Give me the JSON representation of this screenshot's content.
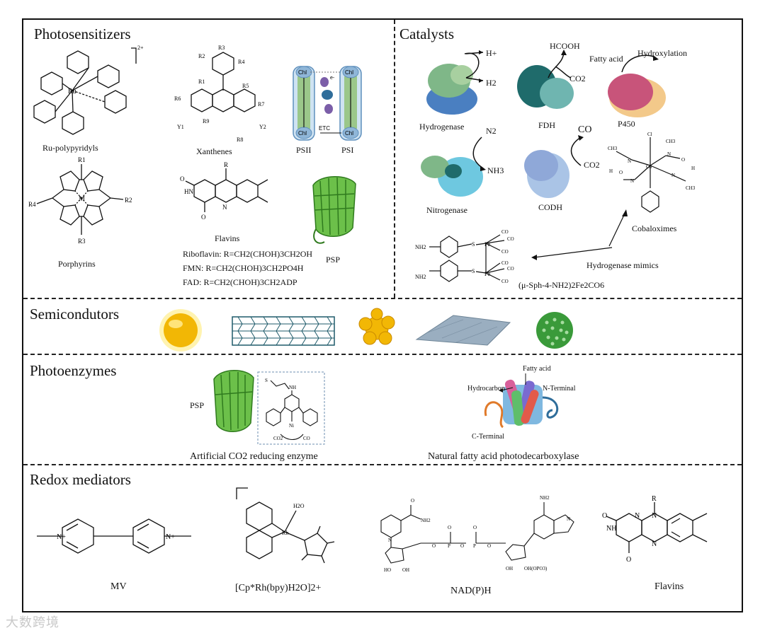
{
  "sections": {
    "photosensitizers": "Photosensitizers",
    "catalysts": "Catalysts",
    "semiconductors": "Semicondutors",
    "photoenzymes": "Photoenzymes",
    "redox": "Redox mediators"
  },
  "photosensitizers": {
    "ru_label": "Ru-polypyridyls",
    "ru_charge": "2+",
    "ru_atom": "Ru",
    "porphyrin_label": "Porphyrins",
    "porphyrin_metal": "M",
    "porphyrin_r1": "R1",
    "porphyrin_r2": "R2",
    "porphyrin_r3": "R3",
    "porphyrin_r4": "R4",
    "xanthene_label": "Xanthenes",
    "flavin_label": "Flavins",
    "riboflavin": "Riboflavin: R=CH2(CHOH)3CH2OH",
    "fmn": "FMN: R=CH2(CHOH)3CH2PO4H",
    "fad": "FAD: R=CH2(CHOH)3CH2ADP",
    "psii": "PSII",
    "psi": "PSI",
    "chl": "Chl",
    "etc": "ETC",
    "electron": "e-",
    "psp": "PSP"
  },
  "catalysts": {
    "hydrogenase": "Hydrogenase",
    "h_plus": "H+",
    "h2": "H2",
    "fdh": "FDH",
    "hcooh": "HCOOH",
    "co2": "CO2",
    "p450": "P450",
    "fatty_acid": "Fatty acid",
    "hydroxylation": "Hydroxylation",
    "nitrogenase": "Nitrogenase",
    "n2": "N2",
    "nh3": "NH3",
    "codh": "CODH",
    "co": "CO",
    "cobaloximes": "Cobaloximes",
    "hydrogenase_mimics": "Hydrogenase mimics",
    "mimic_formula": "(μ-Sph-4-NH2)2Fe2CO6"
  },
  "photoenzymes": {
    "psp": "PSP",
    "artificial": "Artificial CO2 reducing enzyme",
    "natural": "Natural fatty acid photodecarboxylase",
    "fatty_acid": "Fatty acid",
    "hydrocarbon": "Hydrocarbon",
    "n_terminal": "N-Terminal",
    "c_terminal": "C-Terminal"
  },
  "redox": {
    "mv": "MV",
    "cprh": "[Cp*Rh(bpy)H2O]2+",
    "nadph": "NAD(P)H",
    "flavins": "Flavins"
  },
  "watermark": "大数跨境",
  "colors": {
    "frame": "#111111",
    "protein_blue": "#4a7fc1",
    "protein_green": "#5fae5a",
    "protein_teal": "#1f6b6b",
    "protein_pink": "#c8547a",
    "gold": "#f2b705",
    "nanotube": "#1e5a6a",
    "green_sphere": "#3a9a3a"
  }
}
